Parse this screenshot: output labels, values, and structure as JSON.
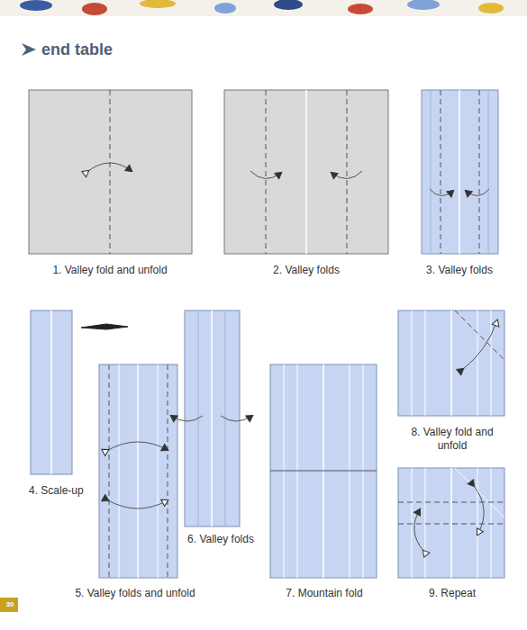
{
  "diagram": {
    "title": "end table",
    "labels": [
      "1. Valley fold and unfold",
      "2. Valley folds",
      "3. Valley folds",
      "4. Scale-up",
      "5. Valley folds and unfold",
      "6. Valley folds",
      "7. Mountain fold",
      "8. Valley fold and unfold",
      "9. Repeat",
      "30"
    ]
  }
}
